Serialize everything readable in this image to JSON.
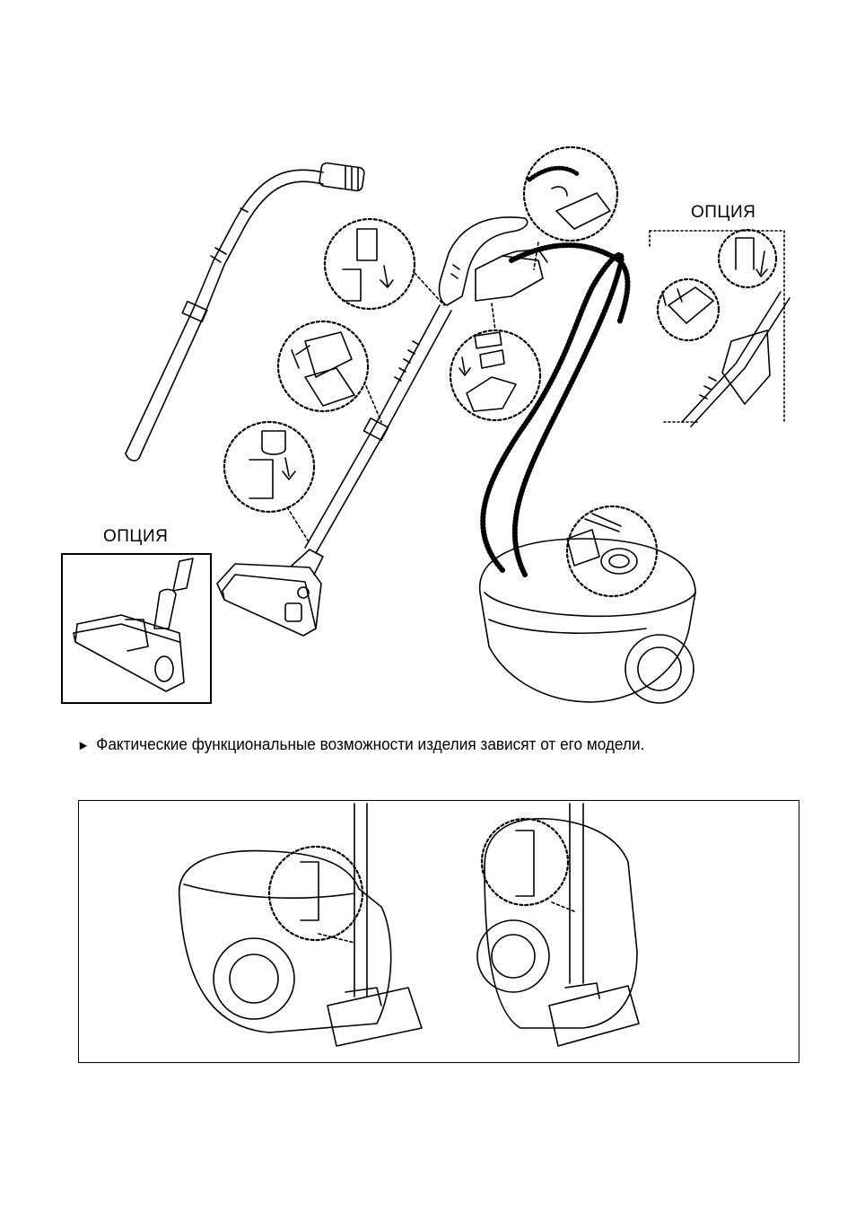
{
  "labels": {
    "option_top_right": "ОПЦИЯ",
    "option_bottom_left": "ОПЦИЯ"
  },
  "note": {
    "marker": "►",
    "text": "Фактические функциональные возможности изделия зависят от его модели."
  }
}
